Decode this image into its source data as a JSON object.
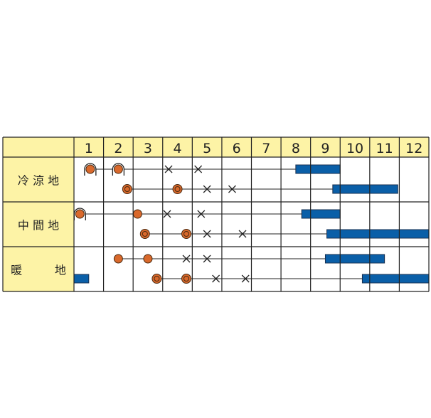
{
  "chart_data": {
    "type": "table",
    "title": "",
    "months": [
      "1",
      "2",
      "3",
      "4",
      "5",
      "6",
      "7",
      "8",
      "9",
      "10",
      "11",
      "12"
    ],
    "colors": {
      "header": "#fdf3a6",
      "label": "#fdf3a6",
      "bar": "#0a5fa8",
      "seed": "#d9692c",
      "grid": "#222222"
    },
    "regions": [
      {
        "label": "冷 涼 地",
        "rows": [
          {
            "tunnel_sow": [
              1.55,
              2.5
            ],
            "sow": [],
            "transplant": [],
            "cross": [
              4.2,
              5.2
            ],
            "bars": [
              [
                8.5,
                10.0
              ]
            ]
          },
          {
            "tunnel_sow": [],
            "sow": [],
            "transplant": [
              2.8,
              4.5
            ],
            "cross": [
              5.5,
              6.35
            ],
            "bars": [
              [
                9.75,
                11.95
              ]
            ]
          }
        ]
      },
      {
        "label": "中 間 地",
        "rows": [
          {
            "tunnel_sow": [
              1.2
            ],
            "sow": [
              3.15
            ],
            "transplant": [],
            "cross": [
              4.15,
              5.3
            ],
            "bars": [
              [
                8.7,
                10.0
              ]
            ]
          },
          {
            "tunnel_sow": [],
            "sow": [],
            "transplant": [
              3.4,
              4.8
            ],
            "cross": [
              5.5,
              6.7
            ],
            "bars": [
              [
                9.55,
                13.0
              ]
            ]
          }
        ]
      },
      {
        "label": "暖         地",
        "rows": [
          {
            "tunnel_sow": [],
            "sow": [
              2.5,
              3.5
            ],
            "transplant": [],
            "cross": [
              4.8,
              5.5
            ],
            "bars": [
              [
                9.5,
                11.5
              ]
            ]
          },
          {
            "tunnel_sow": [],
            "sow": [],
            "transplant": [
              3.8,
              4.8
            ],
            "cross": [
              5.8,
              6.8
            ],
            "bars": [
              [
                1.0,
                1.5
              ],
              [
                10.75,
                13.0
              ]
            ]
          }
        ]
      }
    ]
  }
}
